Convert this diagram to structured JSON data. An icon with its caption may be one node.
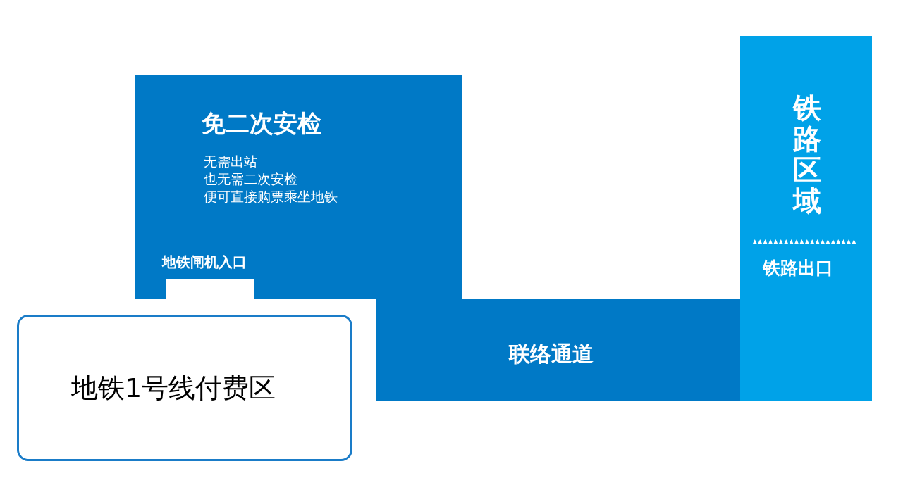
{
  "diagram": {
    "nodes": [
      {
        "text": [
          "免二次安检",
          "无需出站",
          "也无需二次安检",
          "便可直接购票乘坐地铁",
          "地铁闸机入口"
        ]
      },
      {
        "text": [
          "联络通道"
        ]
      },
      {
        "text": [
          "铁路区域",
          "铁路出口"
        ]
      },
      {
        "text": [
          "地铁1号线付费区"
        ]
      },
      {
        "text": [],
        "shape": "box",
        "in": 0
      }
    ]
  }
}
